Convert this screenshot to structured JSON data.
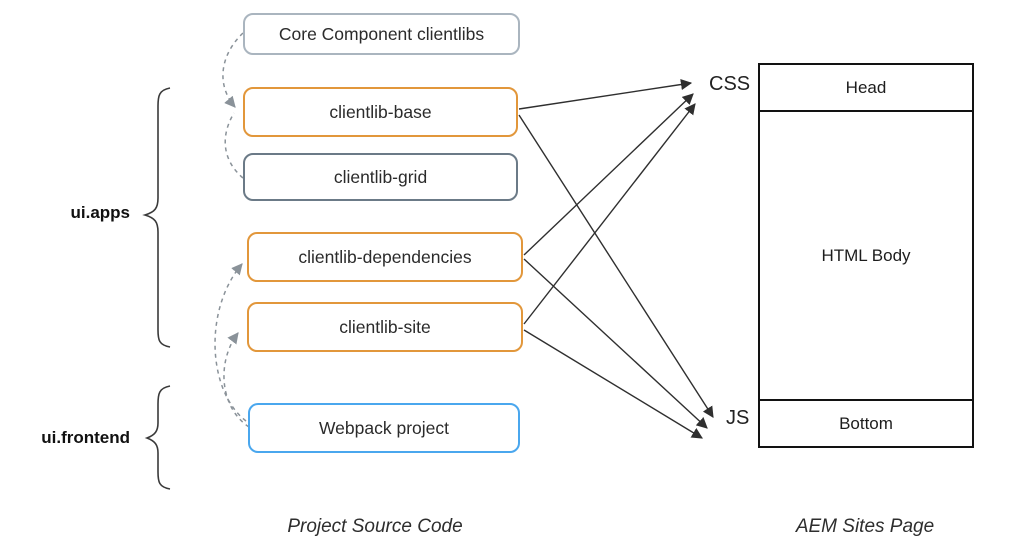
{
  "boxes": {
    "core": {
      "label": "Core Component clientlibs",
      "border_color": "#aab5bf"
    },
    "base": {
      "label": "clientlib-base",
      "border_color": "#e2973b"
    },
    "grid": {
      "label": "clientlib-grid",
      "border_color": "#6b7a87"
    },
    "dependencies": {
      "label": "clientlib-dependencies",
      "border_color": "#e2973b"
    },
    "site": {
      "label": "clientlib-site",
      "border_color": "#e2973b"
    },
    "webpack": {
      "label": "Webpack project",
      "border_color": "#4aa7ee"
    }
  },
  "groups": {
    "ui_apps": {
      "label": "ui.apps",
      "items": [
        "clientlib-base",
        "clientlib-grid",
        "clientlib-dependencies",
        "clientlib-site"
      ]
    },
    "ui_frontend": {
      "label": "ui.frontend",
      "items": [
        "Webpack project"
      ]
    }
  },
  "targets": {
    "css": "CSS",
    "js": "JS"
  },
  "page": {
    "head": "Head",
    "body": "HTML Body",
    "bottom": "Bottom"
  },
  "captions": {
    "source": "Project Source Code",
    "page": "AEM Sites Page"
  },
  "connections": {
    "dashed": [
      {
        "from": "Core Component clientlibs",
        "to": "clientlib-base"
      },
      {
        "from": "clientlib-grid",
        "to": "clientlib-base"
      },
      {
        "from": "Webpack project",
        "to": "clientlib-dependencies"
      },
      {
        "from": "Webpack project",
        "to": "clientlib-site"
      }
    ],
    "solid": [
      {
        "from": "clientlib-base",
        "to": "CSS"
      },
      {
        "from": "clientlib-base",
        "to": "JS"
      },
      {
        "from": "clientlib-dependencies",
        "to": "CSS"
      },
      {
        "from": "clientlib-dependencies",
        "to": "JS"
      },
      {
        "from": "clientlib-site",
        "to": "CSS"
      },
      {
        "from": "clientlib-site",
        "to": "JS"
      }
    ]
  },
  "colors": {
    "solid_arrow": "#2f2f2f",
    "dashed_arrow": "#8a9299",
    "brace": "#3a3a3a",
    "page_border": "#121212",
    "text": "#262626"
  }
}
